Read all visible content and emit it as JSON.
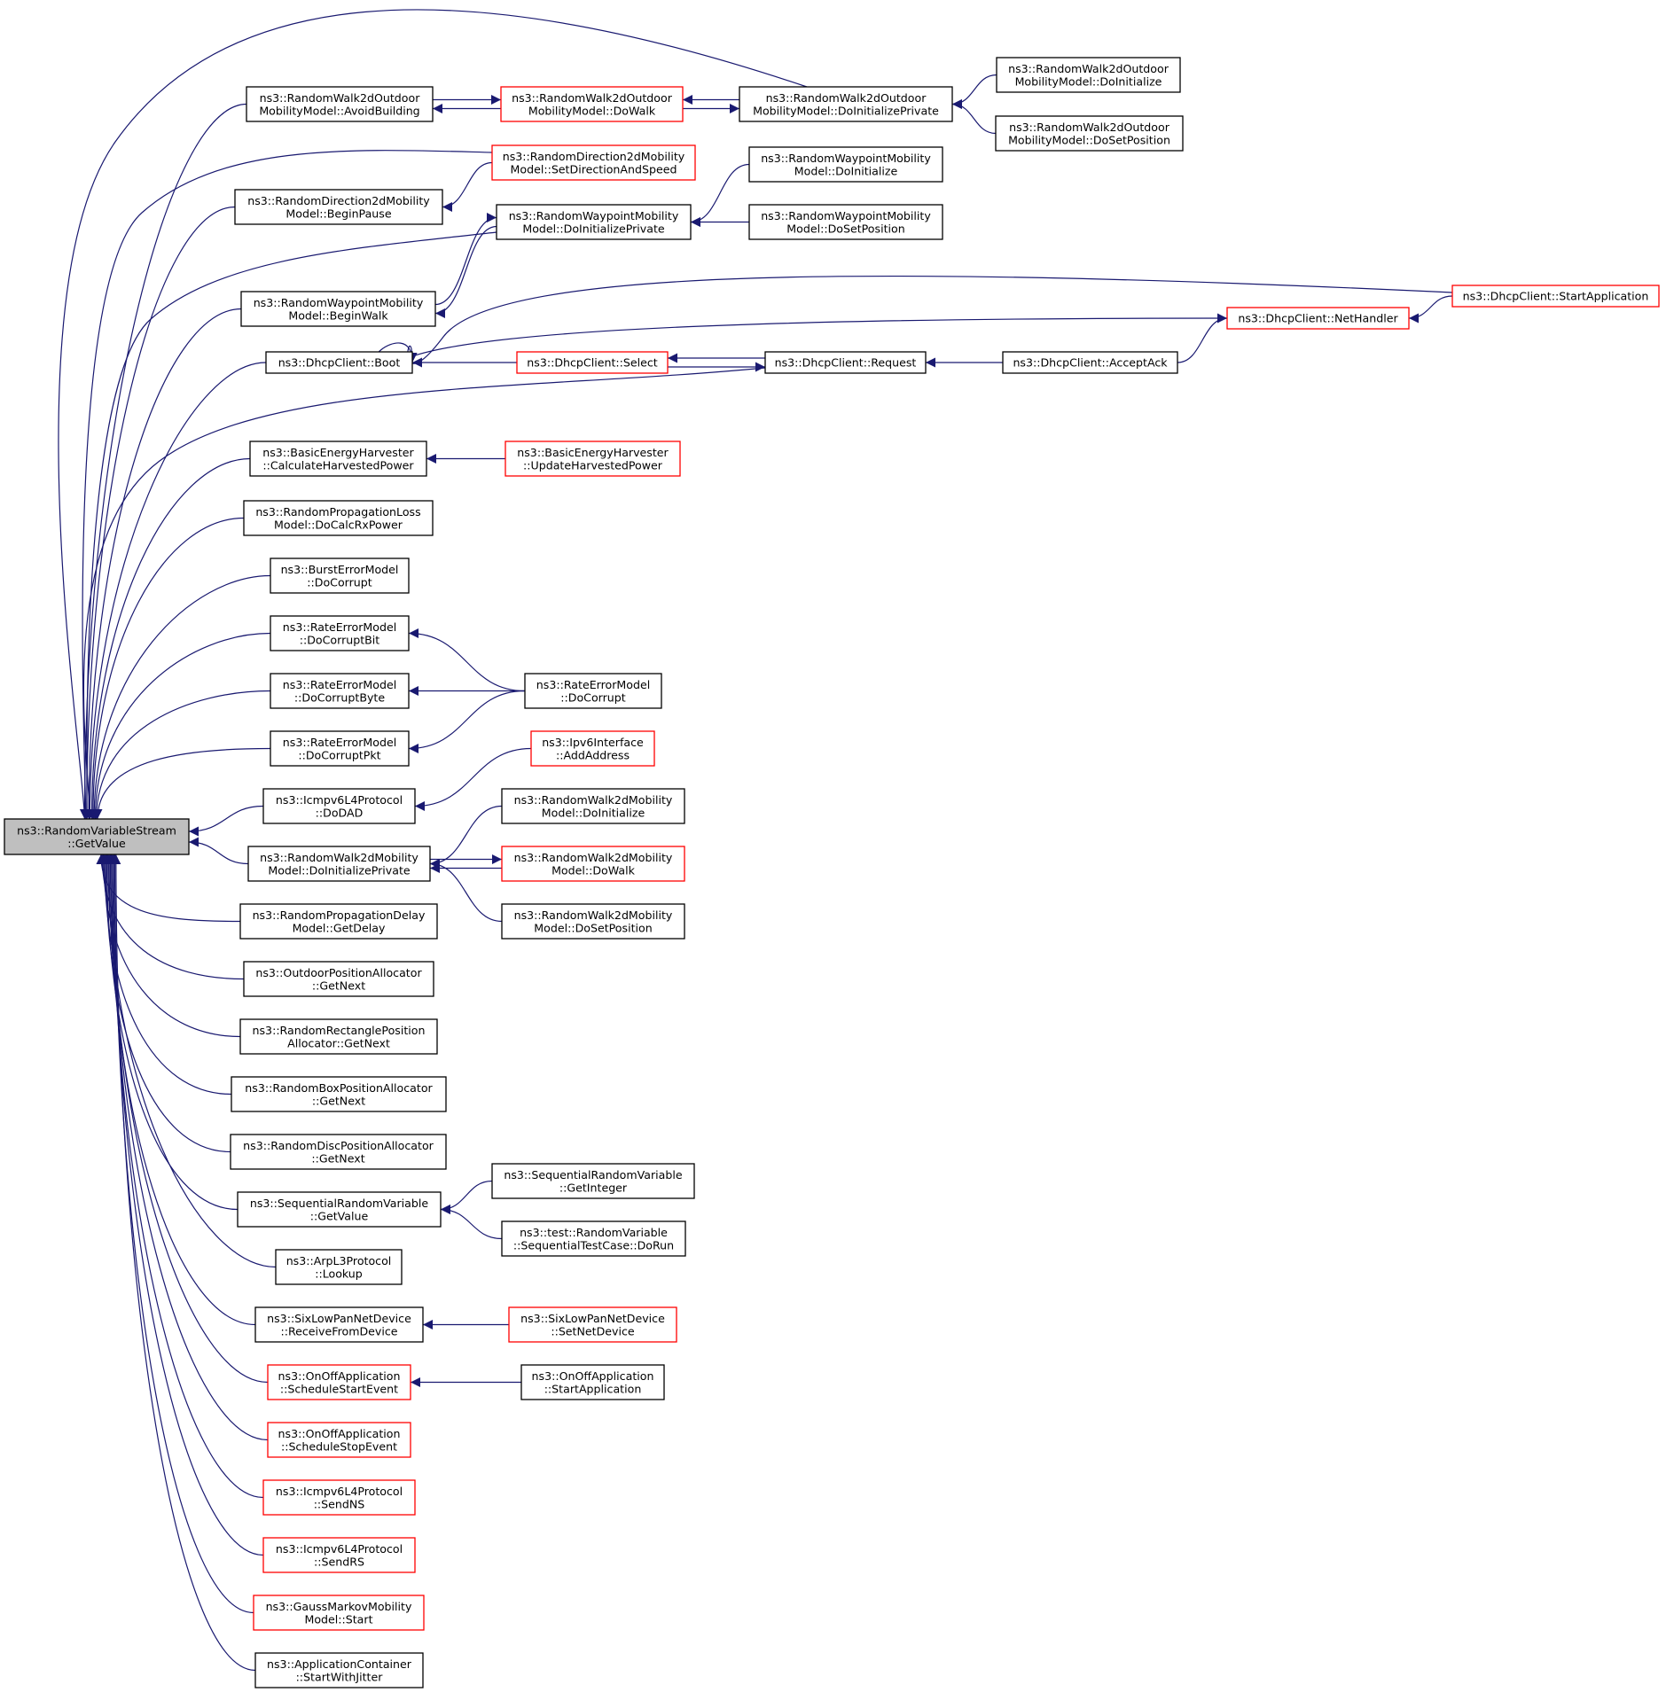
{
  "graph": {
    "title": "",
    "root": "n_root",
    "colors": {
      "edge": "#191970",
      "black_border": "#000000",
      "red_border": "#ff0000",
      "root_fill": "#bfbfbf"
    },
    "nodes": [
      {
        "id": "n_root",
        "lines": [
          "ns3::RandomVariableStream",
          "::GetValue"
        ],
        "style": "root"
      },
      {
        "id": "n_avoid",
        "lines": [
          "ns3::RandomWalk2dOutdoor",
          "MobilityModel::AvoidBuilding"
        ],
        "style": "black"
      },
      {
        "id": "n_ow_dowalk",
        "lines": [
          "ns3::RandomWalk2dOutdoor",
          "MobilityModel::DoWalk"
        ],
        "style": "red"
      },
      {
        "id": "n_ow_dip",
        "lines": [
          "ns3::RandomWalk2dOutdoor",
          "MobilityModel::DoInitializePrivate"
        ],
        "style": "black"
      },
      {
        "id": "n_ow_doinit",
        "lines": [
          "ns3::RandomWalk2dOutdoor",
          "MobilityModel::DoInitialize"
        ],
        "style": "black"
      },
      {
        "id": "n_ow_dosetpos",
        "lines": [
          "ns3::RandomWalk2dOutdoor",
          "MobilityModel::DoSetPosition"
        ],
        "style": "black"
      },
      {
        "id": "n_rd_setdir",
        "lines": [
          "ns3::RandomDirection2dMobility",
          "Model::SetDirectionAndSpeed"
        ],
        "style": "red"
      },
      {
        "id": "n_rd_beginpause",
        "lines": [
          "ns3::RandomDirection2dMobility",
          "Model::BeginPause"
        ],
        "style": "black"
      },
      {
        "id": "n_rwp_dip",
        "lines": [
          "ns3::RandomWaypointMobility",
          "Model::DoInitializePrivate"
        ],
        "style": "black"
      },
      {
        "id": "n_rwp_doinit",
        "lines": [
          "ns3::RandomWaypointMobility",
          "Model::DoInitialize"
        ],
        "style": "black"
      },
      {
        "id": "n_rwp_dosetpos",
        "lines": [
          "ns3::RandomWaypointMobility",
          "Model::DoSetPosition"
        ],
        "style": "black"
      },
      {
        "id": "n_rwp_beginwalk",
        "lines": [
          "ns3::RandomWaypointMobility",
          "Model::BeginWalk"
        ],
        "style": "black"
      },
      {
        "id": "n_dhcp_startapp",
        "lines": [
          "ns3::DhcpClient::StartApplication"
        ],
        "style": "red"
      },
      {
        "id": "n_dhcp_nethandler",
        "lines": [
          "ns3::DhcpClient::NetHandler"
        ],
        "style": "red"
      },
      {
        "id": "n_dhcp_boot",
        "lines": [
          "ns3::DhcpClient::Boot"
        ],
        "style": "black"
      },
      {
        "id": "n_dhcp_select",
        "lines": [
          "ns3::DhcpClient::Select"
        ],
        "style": "red"
      },
      {
        "id": "n_dhcp_request",
        "lines": [
          "ns3::DhcpClient::Request"
        ],
        "style": "black"
      },
      {
        "id": "n_dhcp_acceptack",
        "lines": [
          "ns3::DhcpClient::AcceptAck"
        ],
        "style": "black"
      },
      {
        "id": "n_beh_calc",
        "lines": [
          "ns3::BasicEnergyHarvester",
          "::CalculateHarvestedPower"
        ],
        "style": "black"
      },
      {
        "id": "n_beh_update",
        "lines": [
          "ns3::BasicEnergyHarvester",
          "::UpdateHarvestedPower"
        ],
        "style": "red"
      },
      {
        "id": "n_rpl_docalc",
        "lines": [
          "ns3::RandomPropagationLoss",
          "Model::DoCalcRxPower"
        ],
        "style": "black"
      },
      {
        "id": "n_bem_docorrupt",
        "lines": [
          "ns3::BurstErrorModel",
          "::DoCorrupt"
        ],
        "style": "black"
      },
      {
        "id": "n_rem_bit",
        "lines": [
          "ns3::RateErrorModel",
          "::DoCorruptBit"
        ],
        "style": "black"
      },
      {
        "id": "n_rem_byte",
        "lines": [
          "ns3::RateErrorModel",
          "::DoCorruptByte"
        ],
        "style": "black"
      },
      {
        "id": "n_rem_pkt",
        "lines": [
          "ns3::RateErrorModel",
          "::DoCorruptPkt"
        ],
        "style": "black"
      },
      {
        "id": "n_rem_docorrupt",
        "lines": [
          "ns3::RateErrorModel",
          "::DoCorrupt"
        ],
        "style": "black"
      },
      {
        "id": "n_ipv6_addaddr",
        "lines": [
          "ns3::Ipv6Interface",
          "::AddAddress"
        ],
        "style": "red"
      },
      {
        "id": "n_icmp_dodad",
        "lines": [
          "ns3::Icmpv6L4Protocol",
          "::DoDAD"
        ],
        "style": "black"
      },
      {
        "id": "n_rw2_dip",
        "lines": [
          "ns3::RandomWalk2dMobility",
          "Model::DoInitializePrivate"
        ],
        "style": "black"
      },
      {
        "id": "n_rw2_doinit",
        "lines": [
          "ns3::RandomWalk2dMobility",
          "Model::DoInitialize"
        ],
        "style": "black"
      },
      {
        "id": "n_rw2_dowalk",
        "lines": [
          "ns3::RandomWalk2dMobility",
          "Model::DoWalk"
        ],
        "style": "red"
      },
      {
        "id": "n_rw2_dosetpos",
        "lines": [
          "ns3::RandomWalk2dMobility",
          "Model::DoSetPosition"
        ],
        "style": "black"
      },
      {
        "id": "n_rpd_getdelay",
        "lines": [
          "ns3::RandomPropagationDelay",
          "Model::GetDelay"
        ],
        "style": "black"
      },
      {
        "id": "n_opa_getnext",
        "lines": [
          "ns3::OutdoorPositionAllocator",
          "::GetNext"
        ],
        "style": "black"
      },
      {
        "id": "n_rrpa_getnext",
        "lines": [
          "ns3::RandomRectanglePosition",
          "Allocator::GetNext"
        ],
        "style": "black"
      },
      {
        "id": "n_rbpa_getnext",
        "lines": [
          "ns3::RandomBoxPositionAllocator",
          "::GetNext"
        ],
        "style": "black"
      },
      {
        "id": "n_rdpa_getnext",
        "lines": [
          "ns3::RandomDiscPositionAllocator",
          "::GetNext"
        ],
        "style": "black"
      },
      {
        "id": "n_srv_getvalue",
        "lines": [
          "ns3::SequentialRandomVariable",
          "::GetValue"
        ],
        "style": "black"
      },
      {
        "id": "n_srv_getint",
        "lines": [
          "ns3::SequentialRandomVariable",
          "::GetInteger"
        ],
        "style": "black"
      },
      {
        "id": "n_test_dorun",
        "lines": [
          "ns3::test::RandomVariable",
          "::SequentialTestCase::DoRun"
        ],
        "style": "black"
      },
      {
        "id": "n_arp_lookup",
        "lines": [
          "ns3::ArpL3Protocol",
          "::Lookup"
        ],
        "style": "black"
      },
      {
        "id": "n_6low_recv",
        "lines": [
          "ns3::SixLowPanNetDevice",
          "::ReceiveFromDevice"
        ],
        "style": "black"
      },
      {
        "id": "n_6low_setnet",
        "lines": [
          "ns3::SixLowPanNetDevice",
          "::SetNetDevice"
        ],
        "style": "red"
      },
      {
        "id": "n_onoff_sse",
        "lines": [
          "ns3::OnOffApplication",
          "::ScheduleStartEvent"
        ],
        "style": "red"
      },
      {
        "id": "n_onoff_startapp",
        "lines": [
          "ns3::OnOffApplication",
          "::StartApplication"
        ],
        "style": "black"
      },
      {
        "id": "n_onoff_stopev",
        "lines": [
          "ns3::OnOffApplication",
          "::ScheduleStopEvent"
        ],
        "style": "red"
      },
      {
        "id": "n_icmp_sendns",
        "lines": [
          "ns3::Icmpv6L4Protocol",
          "::SendNS"
        ],
        "style": "red"
      },
      {
        "id": "n_icmp_sendrs",
        "lines": [
          "ns3::Icmpv6L4Protocol",
          "::SendRS"
        ],
        "style": "red"
      },
      {
        "id": "n_gm_start",
        "lines": [
          "ns3::GaussMarkovMobility",
          "Model::Start"
        ],
        "style": "red"
      },
      {
        "id": "n_ac_startjitter",
        "lines": [
          "ns3::ApplicationContainer",
          "::StartWithJitter"
        ],
        "style": "black"
      }
    ],
    "edges": [
      {
        "from": "n_avoid",
        "to": "n_root"
      },
      {
        "from": "n_ow_dowalk",
        "to": "n_avoid"
      },
      {
        "from": "n_avoid",
        "to": "n_ow_dowalk"
      },
      {
        "from": "n_ow_dip",
        "to": "n_ow_dowalk"
      },
      {
        "from": "n_ow_dowalk",
        "to": "n_ow_dip"
      },
      {
        "from": "n_ow_dip",
        "to": "n_root"
      },
      {
        "from": "n_ow_doinit",
        "to": "n_ow_dip"
      },
      {
        "from": "n_ow_dosetpos",
        "to": "n_ow_dip"
      },
      {
        "from": "n_rd_setdir",
        "to": "n_root"
      },
      {
        "from": "n_rd_setdir",
        "to": "n_rd_beginpause"
      },
      {
        "from": "n_rd_beginpause",
        "to": "n_root"
      },
      {
        "from": "n_rwp_dip",
        "to": "n_root"
      },
      {
        "from": "n_rwp_doinit",
        "to": "n_rwp_dip"
      },
      {
        "from": "n_rwp_dosetpos",
        "to": "n_rwp_dip"
      },
      {
        "from": "n_rwp_beginwalk",
        "to": "n_rwp_dip"
      },
      {
        "from": "n_rwp_dip",
        "to": "n_rwp_beginwalk"
      },
      {
        "from": "n_rwp_beginwalk",
        "to": "n_root"
      },
      {
        "from": "n_dhcp_startapp",
        "to": "n_dhcp_boot"
      },
      {
        "from": "n_dhcp_nethandler",
        "to": "n_dhcp_boot"
      },
      {
        "from": "n_dhcp_startapp",
        "to": "n_dhcp_nethandler"
      },
      {
        "from": "n_dhcp_acceptack",
        "to": "n_dhcp_nethandler"
      },
      {
        "from": "n_dhcp_select",
        "to": "n_dhcp_boot"
      },
      {
        "from": "n_dhcp_select",
        "to": "n_dhcp_request"
      },
      {
        "from": "n_dhcp_request",
        "to": "n_dhcp_select"
      },
      {
        "from": "n_dhcp_acceptack",
        "to": "n_dhcp_request"
      },
      {
        "from": "n_dhcp_request",
        "to": "n_root"
      },
      {
        "from": "n_dhcp_boot",
        "to": "n_root"
      },
      {
        "from": "n_beh_update",
        "to": "n_beh_calc"
      },
      {
        "from": "n_beh_calc",
        "to": "n_root"
      },
      {
        "from": "n_rpl_docalc",
        "to": "n_root"
      },
      {
        "from": "n_bem_docorrupt",
        "to": "n_root"
      },
      {
        "from": "n_rem_bit",
        "to": "n_root"
      },
      {
        "from": "n_rem_byte",
        "to": "n_root"
      },
      {
        "from": "n_rem_pkt",
        "to": "n_root"
      },
      {
        "from": "n_rem_docorrupt",
        "to": "n_rem_bit"
      },
      {
        "from": "n_rem_docorrupt",
        "to": "n_rem_byte"
      },
      {
        "from": "n_rem_docorrupt",
        "to": "n_rem_pkt"
      },
      {
        "from": "n_ipv6_addaddr",
        "to": "n_icmp_dodad"
      },
      {
        "from": "n_icmp_dodad",
        "to": "n_root"
      },
      {
        "from": "n_rw2_dip",
        "to": "n_root"
      },
      {
        "from": "n_rw2_doinit",
        "to": "n_rw2_dip"
      },
      {
        "from": "n_rw2_dip",
        "to": "n_rw2_dowalk"
      },
      {
        "from": "n_rw2_dowalk",
        "to": "n_rw2_dip"
      },
      {
        "from": "n_rw2_dosetpos",
        "to": "n_rw2_dip"
      },
      {
        "from": "n_rpd_getdelay",
        "to": "n_root"
      },
      {
        "from": "n_opa_getnext",
        "to": "n_root"
      },
      {
        "from": "n_rrpa_getnext",
        "to": "n_root"
      },
      {
        "from": "n_rbpa_getnext",
        "to": "n_root"
      },
      {
        "from": "n_rdpa_getnext",
        "to": "n_root"
      },
      {
        "from": "n_srv_getvalue",
        "to": "n_root"
      },
      {
        "from": "n_srv_getint",
        "to": "n_srv_getvalue"
      },
      {
        "from": "n_test_dorun",
        "to": "n_srv_getvalue"
      },
      {
        "from": "n_arp_lookup",
        "to": "n_root"
      },
      {
        "from": "n_6low_recv",
        "to": "n_root"
      },
      {
        "from": "n_6low_setnet",
        "to": "n_6low_recv"
      },
      {
        "from": "n_onoff_sse",
        "to": "n_root"
      },
      {
        "from": "n_onoff_startapp",
        "to": "n_onoff_sse"
      },
      {
        "from": "n_onoff_stopev",
        "to": "n_root"
      },
      {
        "from": "n_icmp_sendns",
        "to": "n_root"
      },
      {
        "from": "n_icmp_sendrs",
        "to": "n_root"
      },
      {
        "from": "n_gm_start",
        "to": "n_root"
      },
      {
        "from": "n_ac_startjitter",
        "to": "n_root"
      }
    ]
  }
}
